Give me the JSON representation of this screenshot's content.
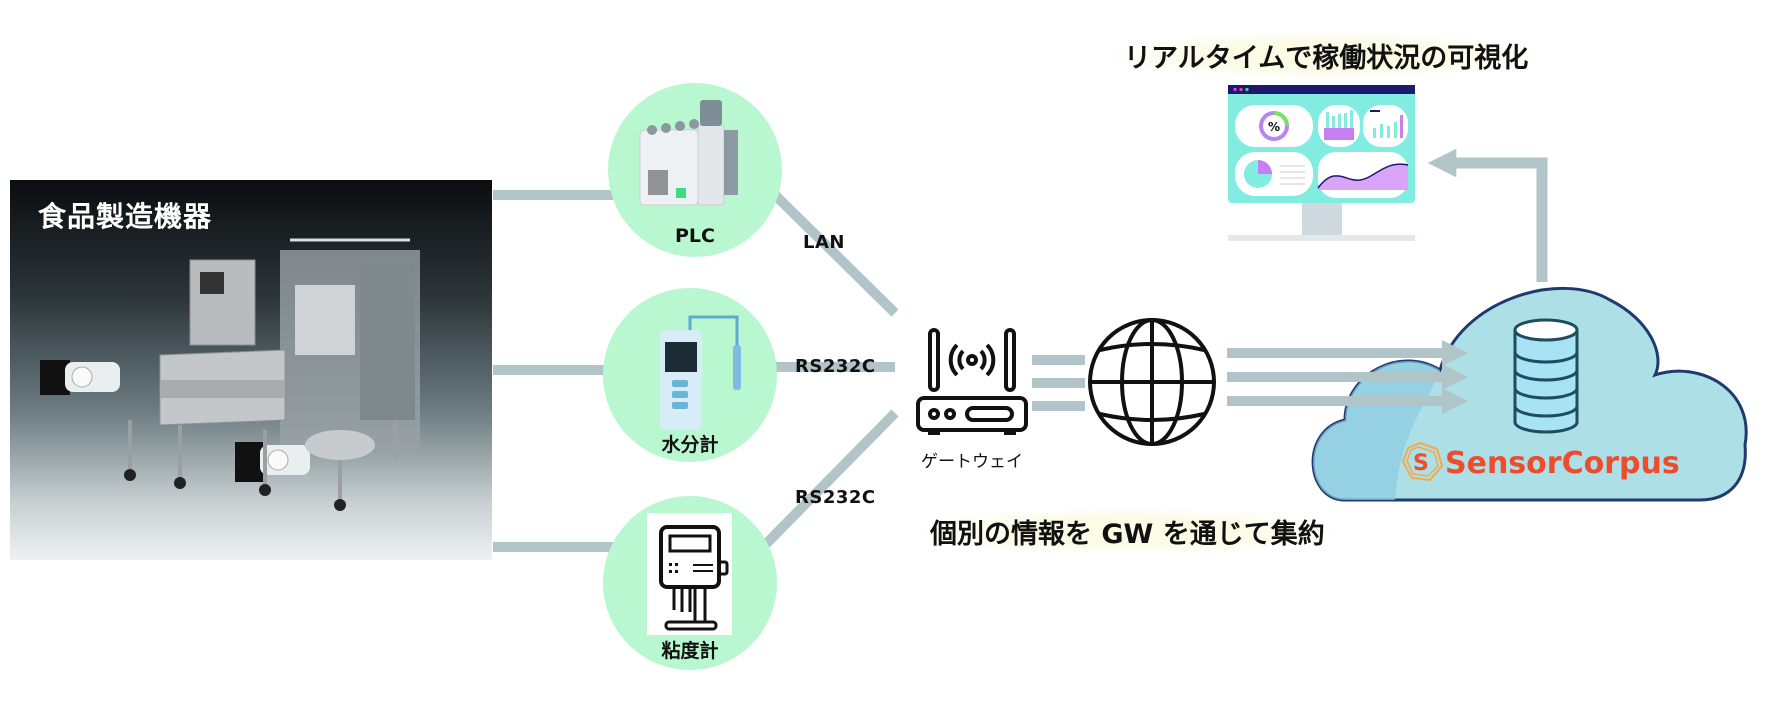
{
  "machine": {
    "title": "食品製造機器"
  },
  "devices": [
    {
      "id": "plc",
      "label": "PLC",
      "link": "LAN"
    },
    {
      "id": "moisture",
      "label": "水分計",
      "link": "RS232C"
    },
    {
      "id": "viscosity",
      "label": "粘度計",
      "link": "RS232C"
    }
  ],
  "gateway": {
    "label": "ゲートウェイ"
  },
  "captions": {
    "aggregate": "個別の情報を GW を通じて集約",
    "visualize": "リアルタイムで稼働状況の可視化"
  },
  "cloud": {
    "brand": "SensorCorpus"
  },
  "dashboard": {
    "gauge_label": "%"
  },
  "colors": {
    "node_fill": "#b8f7d0",
    "connector": "#b1c4c8",
    "cloud_fill": "#acdfe6",
    "cloud_outline": "#1e3a6e",
    "brand": "#ee4c2c",
    "screen": "#82ece0"
  }
}
